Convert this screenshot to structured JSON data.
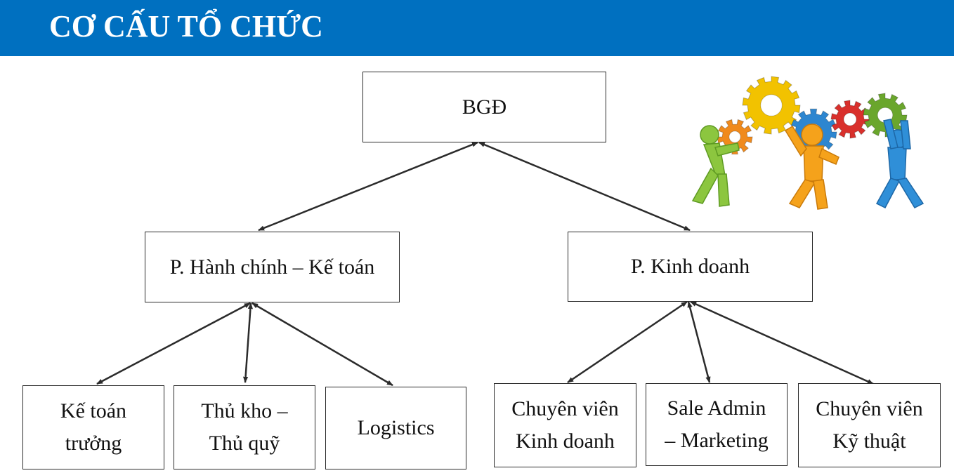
{
  "header": {
    "title": "CƠ CẤU TỔ CHỨC"
  },
  "org": {
    "root": {
      "label": "BGĐ"
    },
    "departments": [
      {
        "label": "P. Hành chính – Kế toán"
      },
      {
        "label": "P. Kinh doanh"
      }
    ],
    "units": [
      {
        "line1": "Kế toán",
        "line2": "trưởng"
      },
      {
        "line1": "Thủ kho –",
        "line2": "Thủ quỹ"
      },
      {
        "line1": "Logistics",
        "line2": ""
      },
      {
        "line1": "Chuyên viên",
        "line2": "Kinh doanh"
      },
      {
        "line1": "Sale Admin",
        "line2": "– Marketing"
      },
      {
        "line1": "Chuyên viên",
        "line2": "Kỹ thuật"
      }
    ]
  },
  "colors": {
    "header_bg": "#0070c0",
    "gear_yellow": "#f2c200",
    "gear_orange": "#f08a1c",
    "gear_blue": "#2d86d0",
    "gear_red": "#d9302c",
    "gear_green": "#6aa62c",
    "figure_green": "#8cc63f",
    "figure_orange": "#f5a21b",
    "figure_blue": "#2f8fd8"
  },
  "illustration": {
    "icon": "teamwork-gears-icon"
  }
}
